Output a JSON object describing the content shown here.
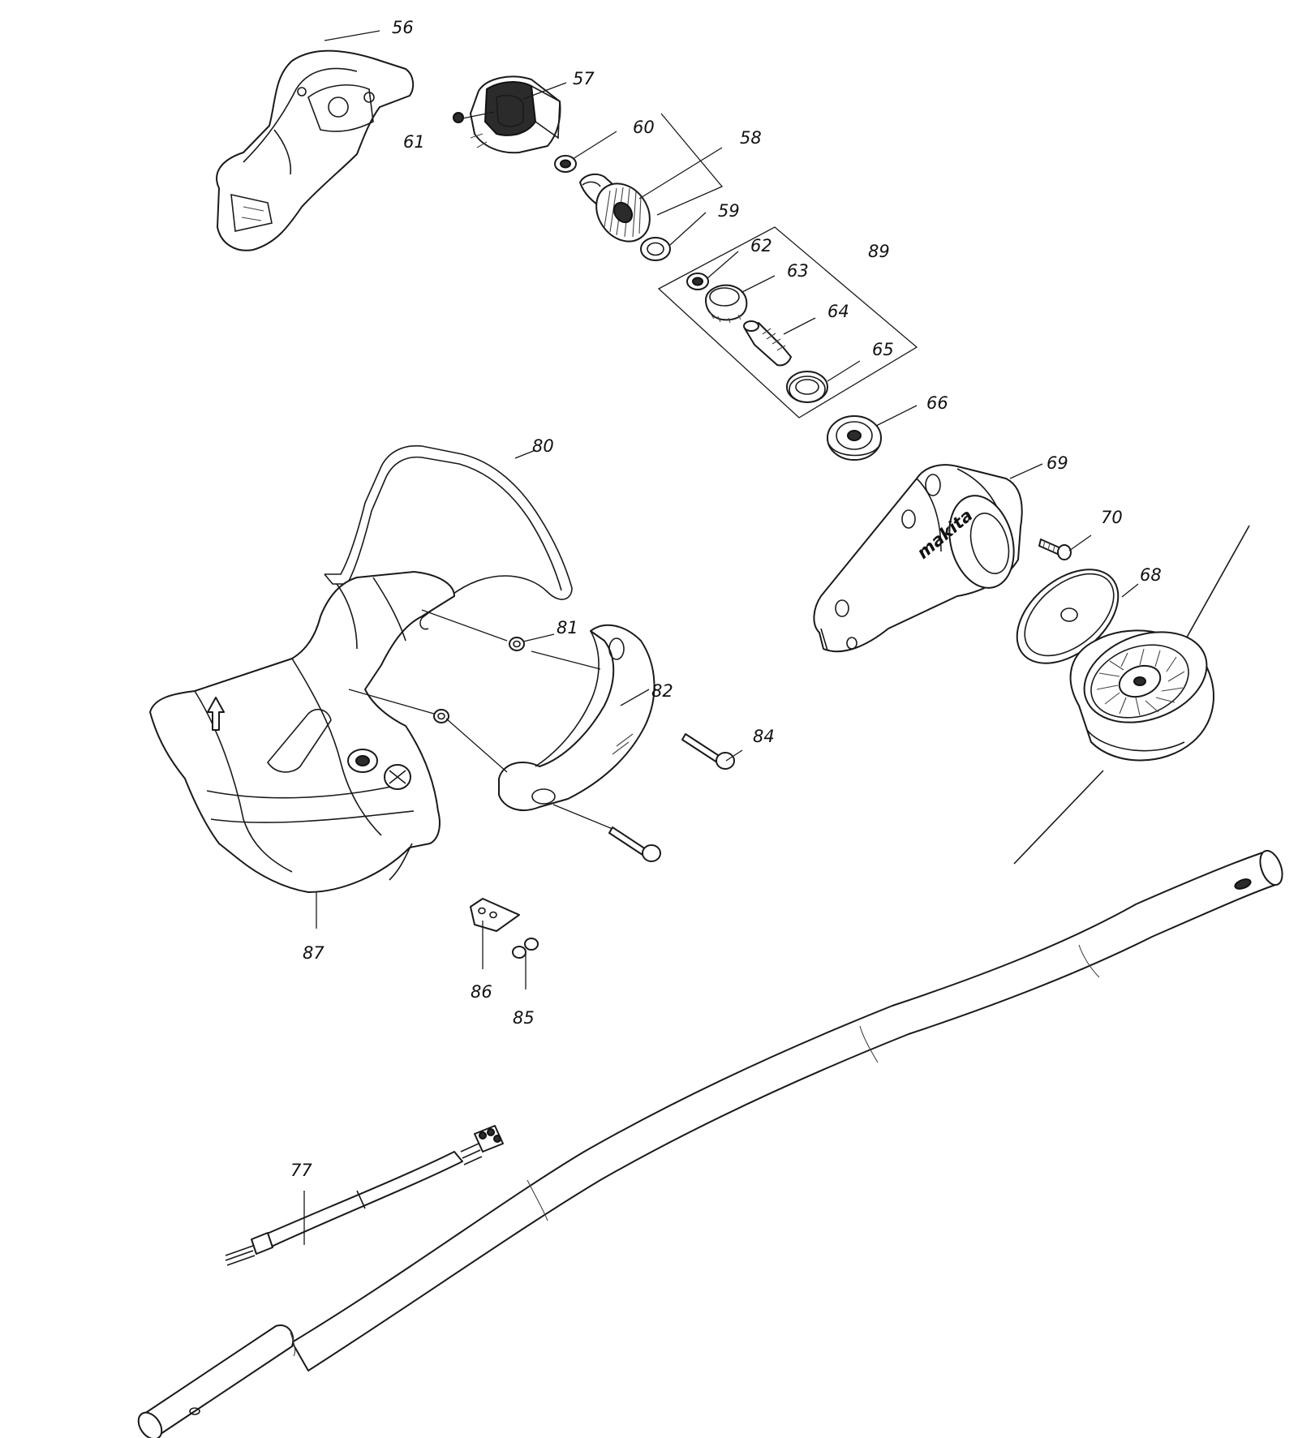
{
  "parts": [
    {
      "id": "56",
      "label": "56"
    },
    {
      "id": "57",
      "label": "57"
    },
    {
      "id": "58",
      "label": "58"
    },
    {
      "id": "59",
      "label": "59"
    },
    {
      "id": "60",
      "label": "60"
    },
    {
      "id": "61",
      "label": "61"
    },
    {
      "id": "62",
      "label": "62"
    },
    {
      "id": "63",
      "label": "63"
    },
    {
      "id": "64",
      "label": "64"
    },
    {
      "id": "65",
      "label": "65"
    },
    {
      "id": "66",
      "label": "66"
    },
    {
      "id": "68",
      "label": "68"
    },
    {
      "id": "69",
      "label": "69"
    },
    {
      "id": "70",
      "label": "70"
    },
    {
      "id": "77",
      "label": "77"
    },
    {
      "id": "80",
      "label": "80"
    },
    {
      "id": "81",
      "label": "81"
    },
    {
      "id": "82",
      "label": "82"
    },
    {
      "id": "84",
      "label": "84"
    },
    {
      "id": "85",
      "label": "85"
    },
    {
      "id": "86",
      "label": "86"
    },
    {
      "id": "87",
      "label": "87"
    },
    {
      "id": "89",
      "label": "89"
    }
  ],
  "brand_mark": "makita",
  "icons": [
    "arrow-up-icon"
  ]
}
